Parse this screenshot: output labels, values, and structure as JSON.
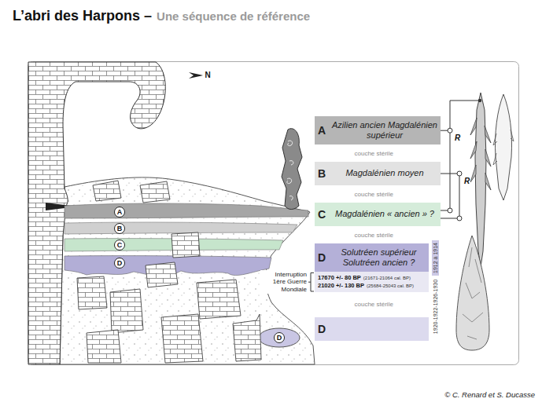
{
  "diagram": {
    "title": "L’abri des Harpons –",
    "caption": "© C. Renard et S. Ducasse",
    "nodes": [
      {
        "text": [
          "A"
        ]
      },
      {
        "text": [
          "B"
        ]
      },
      {
        "text": [
          "C"
        ]
      },
      {
        "text": [
          "D"
        ]
      },
      {
        "text": [
          "D"
        ]
      },
      {
        "text": [
          "A",
          "Azilien ancien Magdalénien supérieur"
        ]
      },
      {
        "text": [
          "B",
          "Magdalénien moyen"
        ]
      },
      {
        "text": [
          "C",
          "Magdalénien « ancien » ?"
        ]
      },
      {
        "text": [
          "D",
          "Solutréen supérieur Solutréen ancien ?"
        ]
      },
      {
        "text": [
          "17670 +/- 80 BP",
          "(21671-21064 cal. BP)",
          "21020 +/- 130 BP",
          "(25684-25043 cal. BP)"
        ],
        "in": 8
      },
      {
        "text": [
          "D"
        ]
      }
    ],
    "edges": [
      {
        "from": 5,
        "to": 7,
        "arrow": "none",
        "label": "R"
      },
      {
        "from": 6,
        "to": 7,
        "arrow": "none",
        "label": "R"
      }
    ],
    "labels": [
      "Une séquence de référence",
      "N",
      "couche stérile",
      "couche stérile",
      "couche stérile",
      "couche stérile",
      "Interruption 1ère Guerre Mondiale",
      "1912 à 1914",
      "1920-1922-1926-1930"
    ]
  }
}
